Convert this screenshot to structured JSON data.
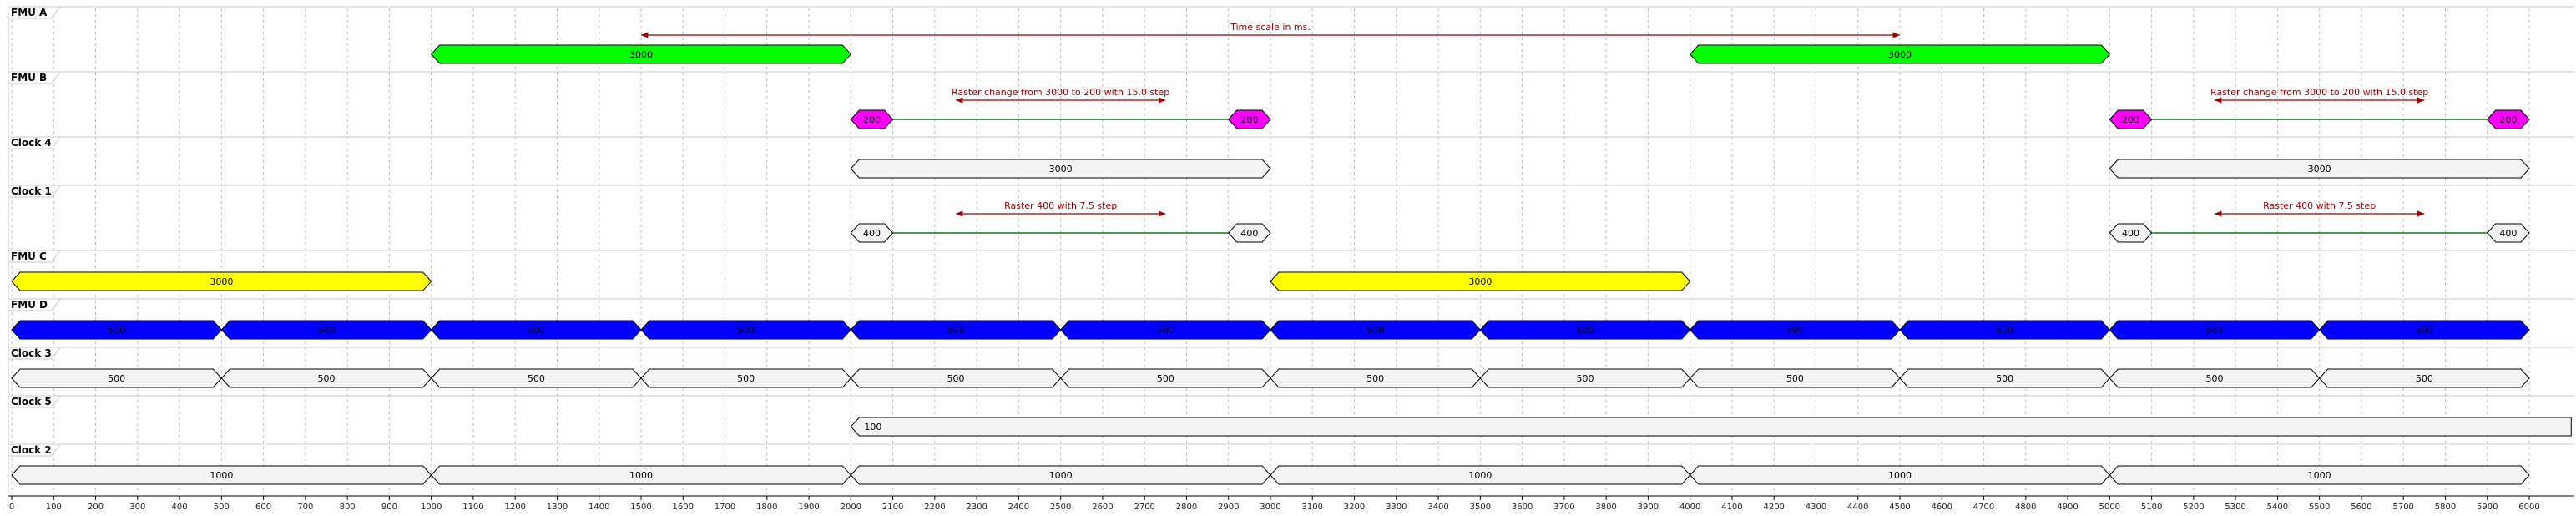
{
  "chart_data": {
    "type": "timing",
    "x_range": [
      0,
      6000
    ],
    "x_ticks": [
      0,
      100,
      200,
      300,
      400,
      500,
      600,
      700,
      800,
      900,
      1000,
      1100,
      1200,
      1300,
      1400,
      1500,
      1600,
      1700,
      1800,
      1900,
      2000,
      2100,
      2200,
      2300,
      2400,
      2500,
      2600,
      2700,
      2800,
      2900,
      3000,
      3100,
      3200,
      3300,
      3400,
      3500,
      3600,
      3700,
      3800,
      3900,
      4000,
      4100,
      4200,
      4300,
      4400,
      4500,
      4600,
      4700,
      4800,
      4900,
      5000,
      5100,
      5200,
      5300,
      5400,
      5500,
      5600,
      5700,
      5800,
      5900,
      6000
    ],
    "x_tick_labels": [
      "0",
      "100",
      "200",
      "300",
      "400",
      "500",
      "600",
      "700",
      "800",
      "900",
      "1000",
      "1100",
      "1200",
      "1300",
      "1400",
      "1500",
      "1600",
      "1700",
      "1800",
      "1900",
      "2000",
      "2100",
      "2200",
      "2300",
      "2400",
      "2500",
      "2600",
      "2700",
      "2800",
      "2900",
      "3000",
      "3100",
      "3200",
      "3300",
      "3400",
      "3500",
      "3600",
      "3700",
      "3800",
      "3900",
      "4000",
      "4100",
      "4200",
      "4300",
      "4400",
      "4500",
      "4600",
      "4700",
      "4800",
      "4900",
      "5000",
      "5100",
      "5200",
      "5300",
      "5400",
      "5500",
      "5600",
      "5700",
      "5800",
      "5900",
      "6000"
    ],
    "lanes": [
      {
        "name": "FMU A",
        "segments": [
          {
            "start": 1000,
            "end": 2000,
            "label": "3000",
            "color": "#00ff00"
          },
          {
            "start": 4000,
            "end": 5000,
            "label": "3000",
            "color": "#00ff00"
          }
        ],
        "annotations": [
          {
            "start": 1500,
            "end": 4500,
            "text": "Time scale in ms."
          }
        ]
      },
      {
        "name": "FMU B",
        "segments": [
          {
            "start": 2000,
            "end": 2100,
            "label": "200",
            "color": "#ff00ff"
          },
          {
            "start": 2900,
            "end": 3000,
            "label": "200",
            "color": "#ff00ff"
          },
          {
            "start": 5000,
            "end": 5100,
            "label": "200",
            "color": "#ff00ff"
          },
          {
            "start": 5900,
            "end": 6000,
            "label": "200",
            "color": "#ff00ff"
          }
        ],
        "ramps": [
          {
            "start": 2100,
            "end": 2900
          },
          {
            "start": 5100,
            "end": 5900
          }
        ],
        "annotations": [
          {
            "start": 2250,
            "end": 2750,
            "text": "Raster change from 3000 to 200 with 15.0 step"
          },
          {
            "start": 5250,
            "end": 5750,
            "text": "Raster change from 3000 to 200 with 15.0 step"
          }
        ]
      },
      {
        "name": "Clock 4",
        "segments": [
          {
            "start": 2000,
            "end": 3000,
            "label": "3000",
            "color": "#f4f4f4"
          },
          {
            "start": 5000,
            "end": 6000,
            "label": "3000",
            "color": "#f4f4f4"
          }
        ]
      },
      {
        "name": "Clock 1",
        "segments": [
          {
            "start": 2000,
            "end": 2100,
            "label": "400",
            "color": "#f4f4f4"
          },
          {
            "start": 2900,
            "end": 3000,
            "label": "400",
            "color": "#f4f4f4"
          },
          {
            "start": 5000,
            "end": 5100,
            "label": "400",
            "color": "#f4f4f4"
          },
          {
            "start": 5900,
            "end": 6000,
            "label": "400",
            "color": "#f4f4f4"
          }
        ],
        "ramps": [
          {
            "start": 2100,
            "end": 2900
          },
          {
            "start": 5100,
            "end": 5900
          }
        ],
        "annotations": [
          {
            "start": 2250,
            "end": 2750,
            "text": "Raster 400 with 7.5 step"
          },
          {
            "start": 5250,
            "end": 5750,
            "text": "Raster 400 with 7.5 step"
          }
        ]
      },
      {
        "name": "FMU C",
        "segments": [
          {
            "start": 0,
            "end": 1000,
            "label": "3000",
            "color": "#ffff00"
          },
          {
            "start": 3000,
            "end": 4000,
            "label": "3000",
            "color": "#ffff00"
          }
        ]
      },
      {
        "name": "FMU D",
        "segments": [
          {
            "start": 0,
            "end": 500,
            "label": "500",
            "color": "#0000ff"
          },
          {
            "start": 500,
            "end": 1000,
            "label": "500",
            "color": "#0000ff"
          },
          {
            "start": 1000,
            "end": 1500,
            "label": "500",
            "color": "#0000ff"
          },
          {
            "start": 1500,
            "end": 2000,
            "label": "500",
            "color": "#0000ff"
          },
          {
            "start": 2000,
            "end": 2500,
            "label": "500",
            "color": "#0000ff"
          },
          {
            "start": 2500,
            "end": 3000,
            "label": "500",
            "color": "#0000ff"
          },
          {
            "start": 3000,
            "end": 3500,
            "label": "500",
            "color": "#0000ff"
          },
          {
            "start": 3500,
            "end": 4000,
            "label": "500",
            "color": "#0000ff"
          },
          {
            "start": 4000,
            "end": 4500,
            "label": "500",
            "color": "#0000ff"
          },
          {
            "start": 4500,
            "end": 5000,
            "label": "500",
            "color": "#0000ff"
          },
          {
            "start": 5000,
            "end": 5500,
            "label": "500",
            "color": "#0000ff"
          },
          {
            "start": 5500,
            "end": 6000,
            "label": "500",
            "color": "#0000ff"
          }
        ]
      },
      {
        "name": "Clock 3",
        "segments": [
          {
            "start": 0,
            "end": 500,
            "label": "500",
            "color": "#f4f4f4"
          },
          {
            "start": 500,
            "end": 1000,
            "label": "500",
            "color": "#f4f4f4"
          },
          {
            "start": 1000,
            "end": 1500,
            "label": "500",
            "color": "#f4f4f4"
          },
          {
            "start": 1500,
            "end": 2000,
            "label": "500",
            "color": "#f4f4f4"
          },
          {
            "start": 2000,
            "end": 2500,
            "label": "500",
            "color": "#f4f4f4"
          },
          {
            "start": 2500,
            "end": 3000,
            "label": "500",
            "color": "#f4f4f4"
          },
          {
            "start": 3000,
            "end": 3500,
            "label": "500",
            "color": "#f4f4f4"
          },
          {
            "start": 3500,
            "end": 4000,
            "label": "500",
            "color": "#f4f4f4"
          },
          {
            "start": 4000,
            "end": 4500,
            "label": "500",
            "color": "#f4f4f4"
          },
          {
            "start": 4500,
            "end": 5000,
            "label": "500",
            "color": "#f4f4f4"
          },
          {
            "start": 5000,
            "end": 5500,
            "label": "500",
            "color": "#f4f4f4"
          },
          {
            "start": 5500,
            "end": 6000,
            "label": "500",
            "color": "#f4f4f4"
          }
        ]
      },
      {
        "name": "Clock 5",
        "segments": [
          {
            "start": 2000,
            "end": 6100,
            "label": "100",
            "color": "#f4f4f4",
            "open_end": true
          }
        ]
      },
      {
        "name": "Clock 2",
        "segments": [
          {
            "start": 0,
            "end": 1000,
            "label": "1000",
            "color": "#f4f4f4"
          },
          {
            "start": 1000,
            "end": 2000,
            "label": "1000",
            "color": "#f4f4f4"
          },
          {
            "start": 2000,
            "end": 3000,
            "label": "1000",
            "color": "#f4f4f4"
          },
          {
            "start": 3000,
            "end": 4000,
            "label": "1000",
            "color": "#f4f4f4"
          },
          {
            "start": 4000,
            "end": 5000,
            "label": "1000",
            "color": "#f4f4f4"
          },
          {
            "start": 5000,
            "end": 6000,
            "label": "1000",
            "color": "#f4f4f4"
          }
        ]
      }
    ]
  },
  "colors": {
    "annotation": "#990000",
    "ramp": "#008000",
    "grid": "#b8b8b8",
    "lane_border": "#c8c8c8",
    "segment_stroke": "#000000"
  }
}
